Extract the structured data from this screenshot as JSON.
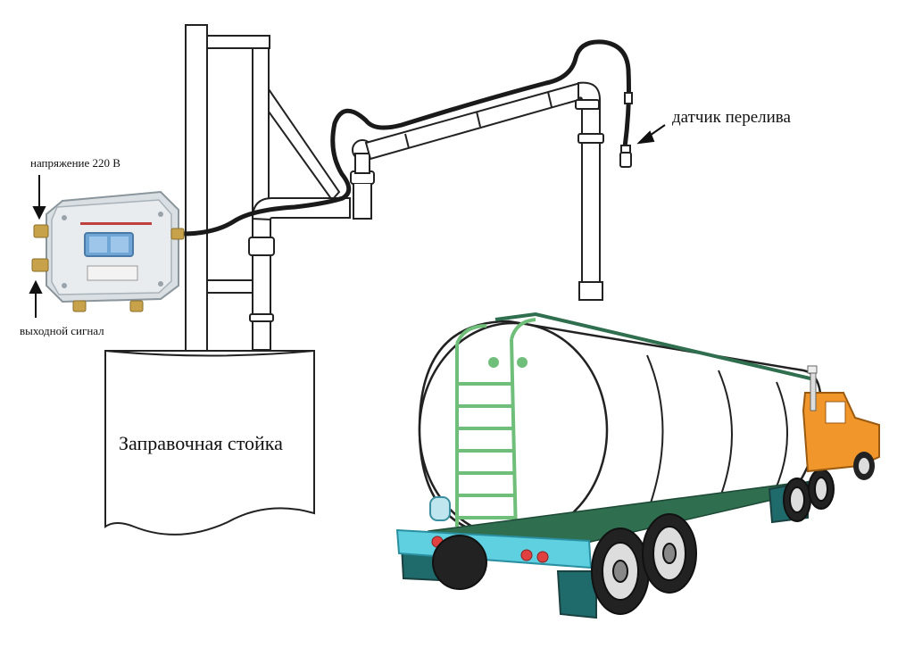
{
  "labels": {
    "voltage": "напряжение 220 В",
    "output_signal": "выходной сигнал",
    "overflow_sensor": "датчик перелива",
    "filling_station": "Заправочная стойка"
  },
  "colors": {
    "outline": "#222222",
    "hose": "#1a1a1a",
    "control_box": "#d9dfe3",
    "control_box_window": "#6fa6d6",
    "box_fittings": "#c8a24a",
    "ladder": "#6fbf7a",
    "tank_frame": "#2f6e4e",
    "bumper": "#5fd0e0",
    "tail_lights": "#e04040",
    "cab": "#f0962a",
    "fender": "#1f6b6b"
  },
  "icons": [
    "control-box",
    "loading-arm",
    "tanker-truck",
    "arrow-icon"
  ]
}
